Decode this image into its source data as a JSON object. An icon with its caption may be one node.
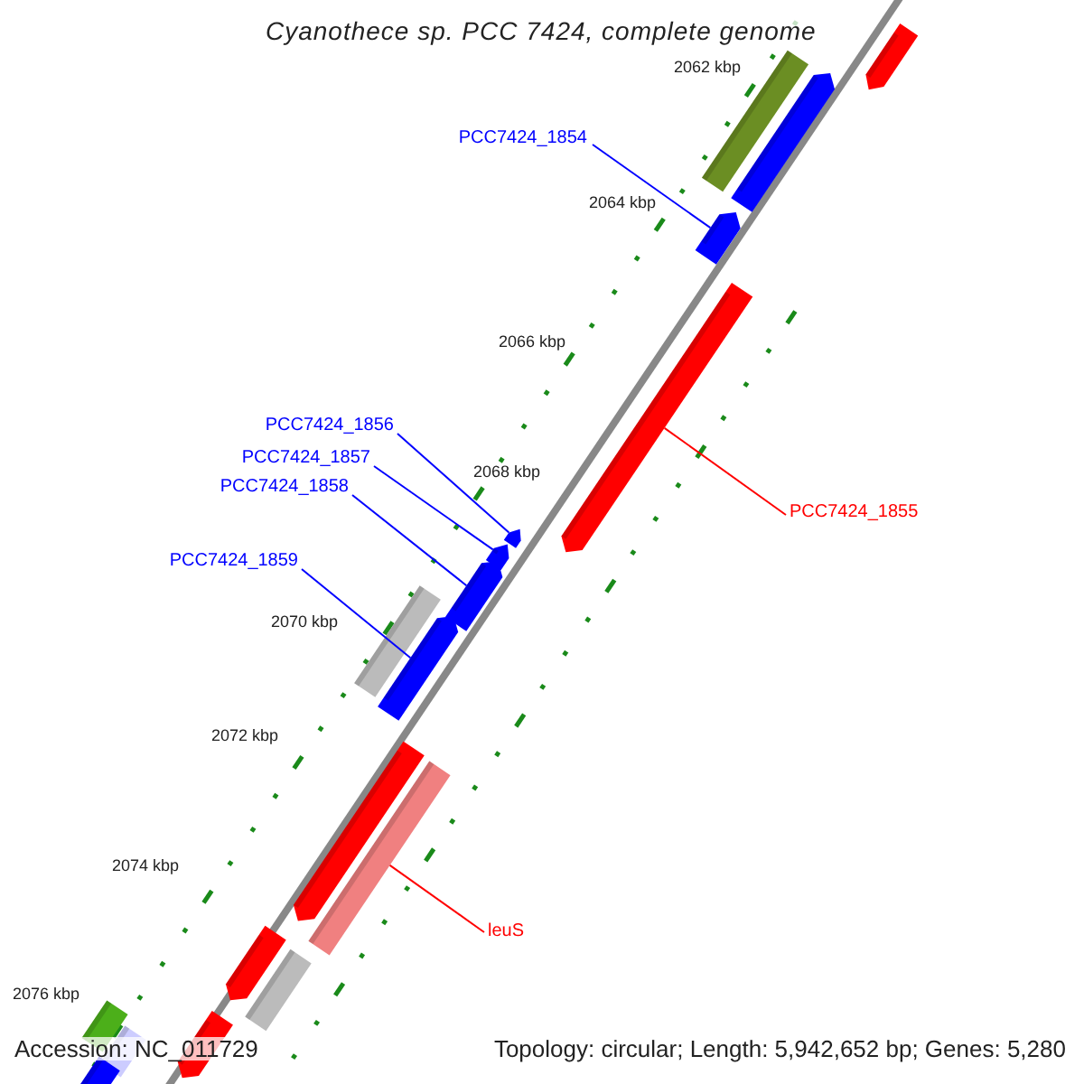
{
  "diagram": {
    "title": "Cyanothece sp. PCC 7424, complete genome",
    "nodes": [
      {
        "text": [
          "PCC7424_1854"
        ]
      },
      {
        "text": [],
        "shape": "bar"
      },
      {
        "text": [
          "PCC7424_1856"
        ]
      },
      {
        "text": [],
        "shape": "bar"
      },
      {
        "text": [
          "PCC7424_1857"
        ]
      },
      {
        "text": [],
        "shape": "bar"
      },
      {
        "text": [
          "PCC7424_1858"
        ]
      },
      {
        "text": [],
        "shape": "bar"
      },
      {
        "text": [
          "PCC7424_1859"
        ]
      },
      {
        "text": [],
        "shape": "bar"
      },
      {
        "text": [
          "PCC7424_1855"
        ]
      },
      {
        "text": [],
        "shape": "bar"
      },
      {
        "text": [
          "leuS"
        ]
      },
      {
        "text": [],
        "shape": "bar"
      }
    ],
    "edges": [
      {
        "from": 0,
        "to": 1,
        "arrow": "none"
      },
      {
        "from": 2,
        "to": 3,
        "arrow": "none"
      },
      {
        "from": 4,
        "to": 5,
        "arrow": "none"
      },
      {
        "from": 6,
        "to": 7,
        "arrow": "none"
      },
      {
        "from": 8,
        "to": 9,
        "arrow": "none"
      },
      {
        "from": 10,
        "to": 11,
        "arrow": "none",
        "color": "#ff0000"
      },
      {
        "from": 12,
        "to": 13,
        "arrow": "none",
        "color": "#ff0000"
      }
    ],
    "labels": [
      "2062 kbp",
      "2064 kbp",
      "2066 kbp",
      "2068 kbp",
      "2070 kbp",
      "2072 kbp",
      "2074 kbp",
      "2076 kbp",
      "Accession: NC_011729",
      "Topology: circular; Length: 5,942,652 bp; Genes: 5,280"
    ]
  }
}
